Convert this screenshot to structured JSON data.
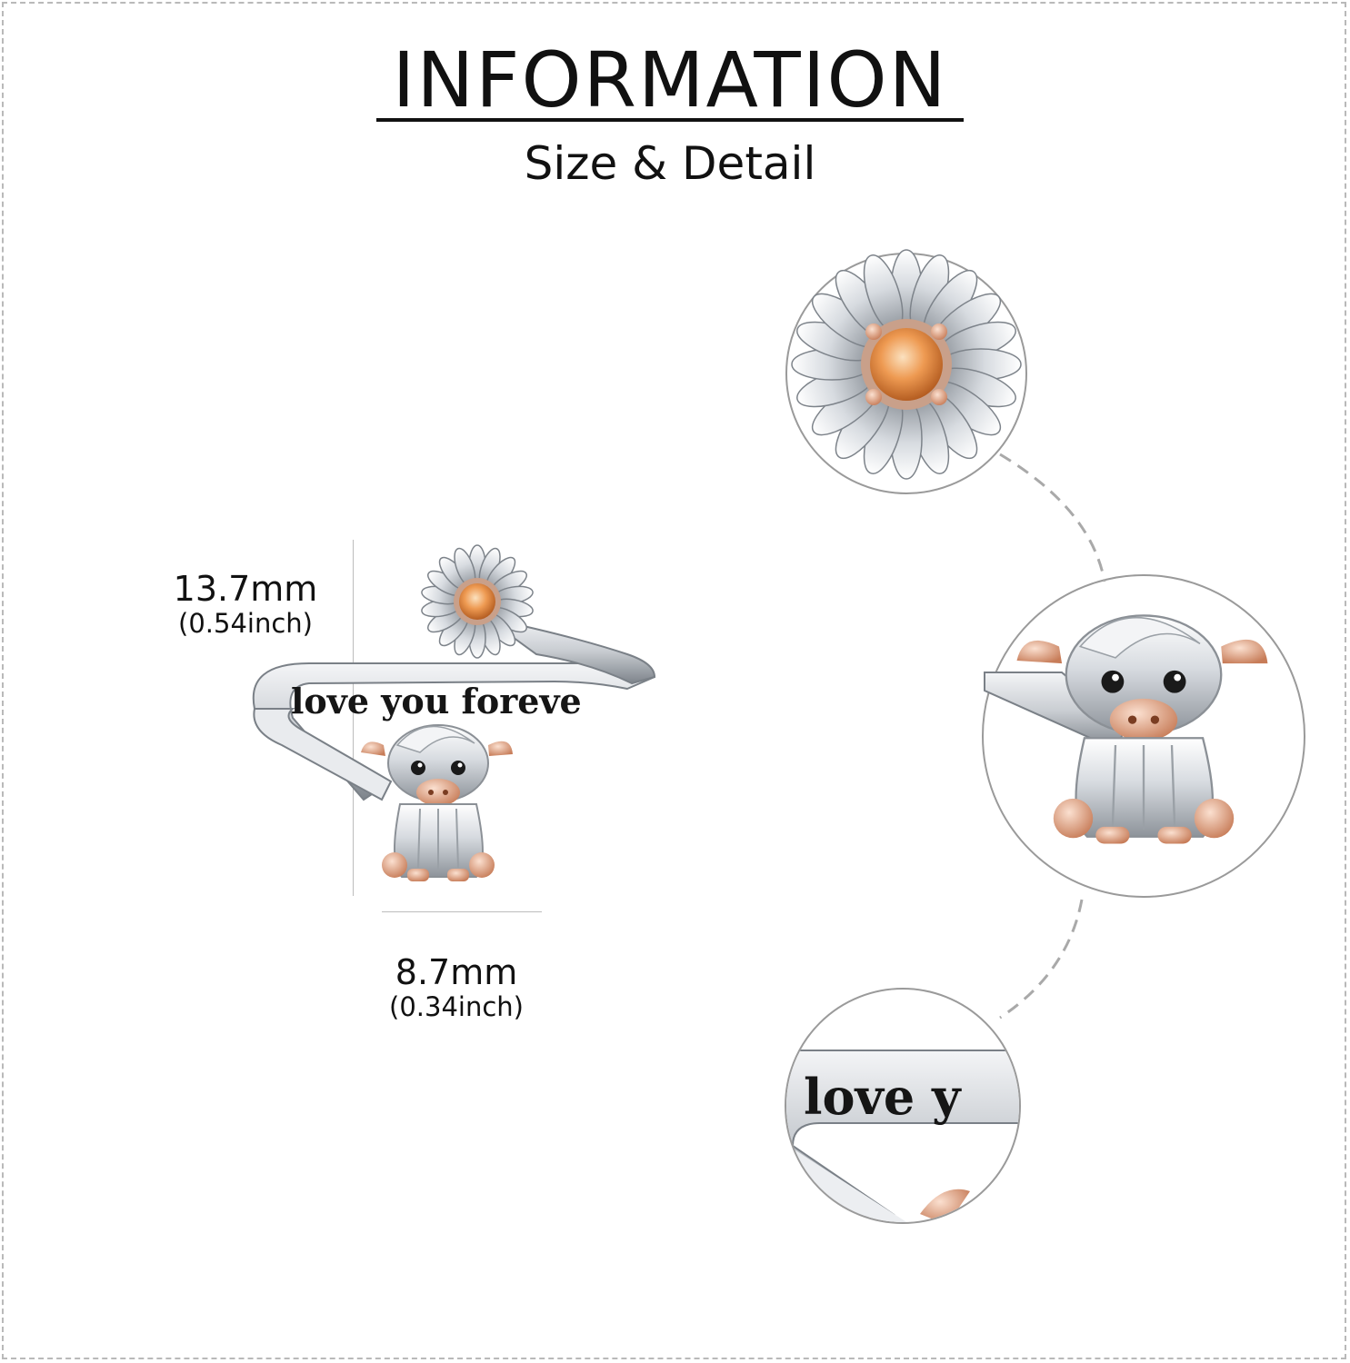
{
  "header": {
    "title": "INFORMATION",
    "subtitle": "Size & Detail"
  },
  "dimensions": {
    "height_mm": "13.7mm",
    "height_inch": "(0.54inch)",
    "width_mm": "8.7mm",
    "width_inch": "(0.34inch)"
  },
  "ring": {
    "engraving_main": "love you foreve",
    "engraving_detail": "love y"
  },
  "colors": {
    "silver": "#d9dde2",
    "rose_gold": "#e3a787",
    "stone": "#e58f45",
    "dashed_border": "#b9b9b9"
  }
}
